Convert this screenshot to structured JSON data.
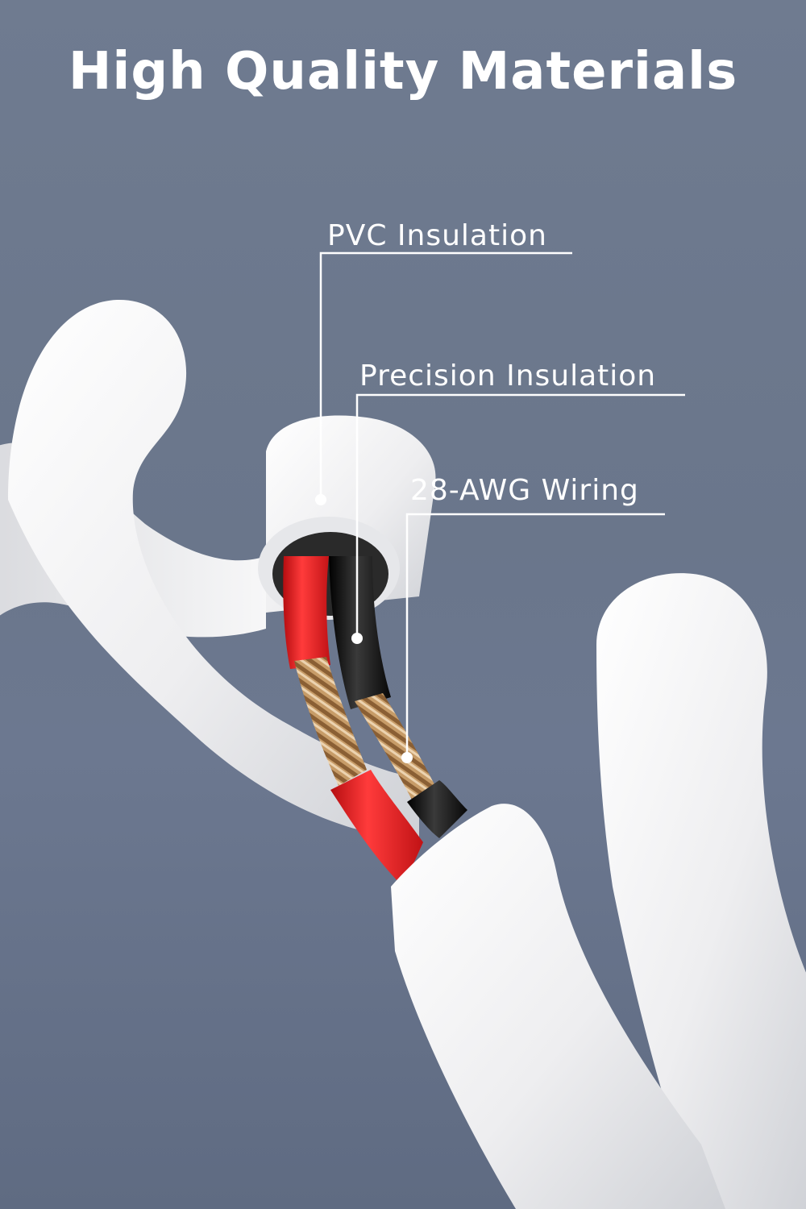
{
  "headline": "High Quality Materials",
  "callouts": [
    {
      "label": "PVC Insulation"
    },
    {
      "label": "Precision Insulation"
    },
    {
      "label": "28-AWG Wiring"
    }
  ],
  "colors": {
    "background": "#6c788d",
    "cable_jacket": "#f2f2f3",
    "red_wire": "#e0161a",
    "black_wire": "#161616",
    "copper_strand": "#c9a273",
    "callout_line": "#ffffff"
  },
  "icons": [
    "white-cable-photo",
    "red-wire",
    "black-wire",
    "copper-strands"
  ]
}
